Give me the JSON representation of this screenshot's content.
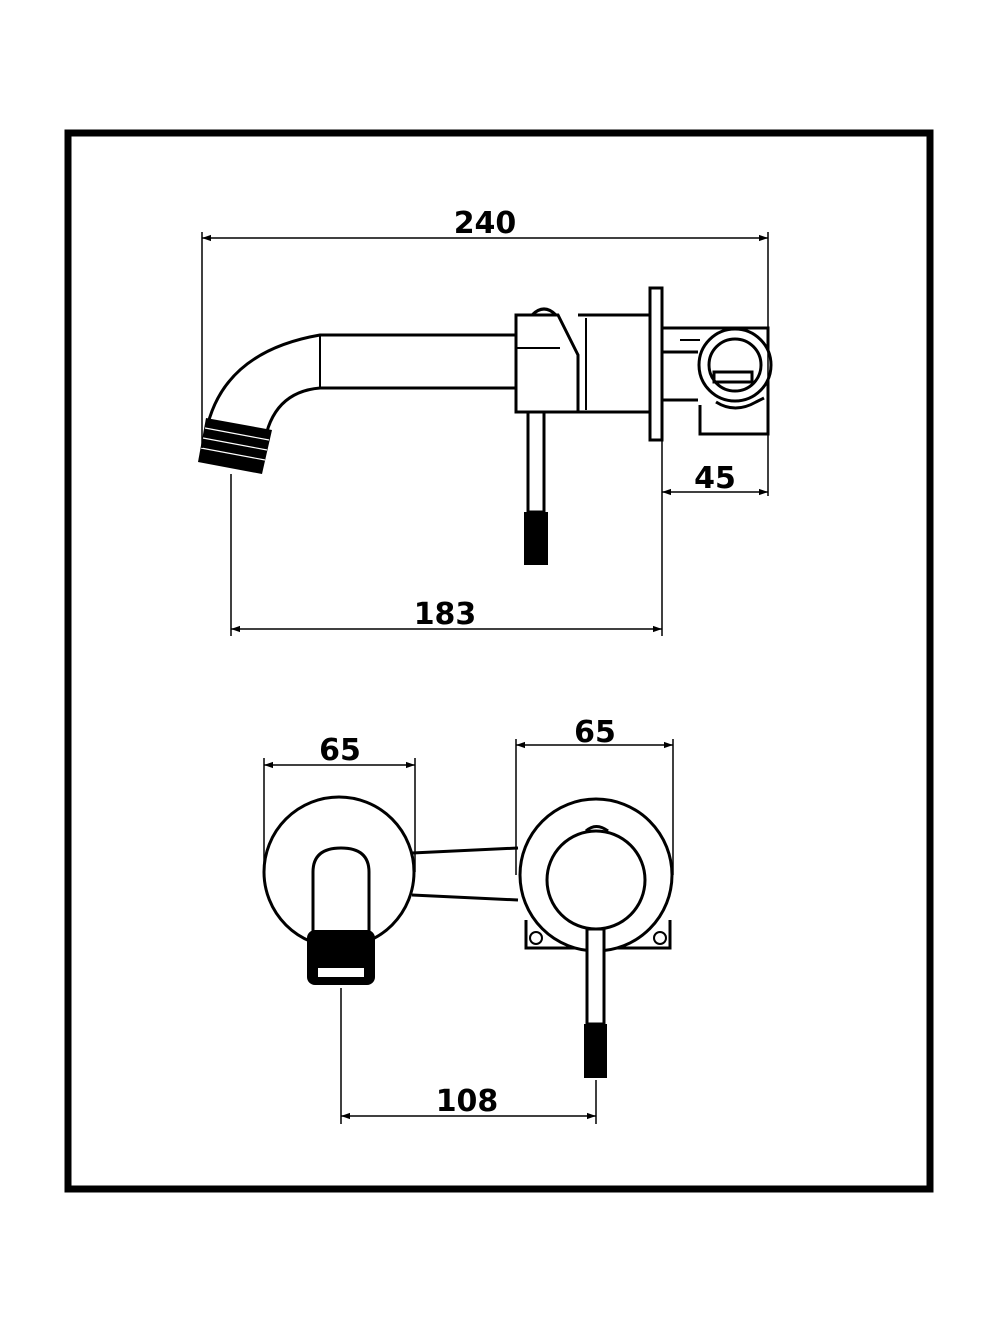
{
  "dimensions": {
    "overall_length": "240",
    "wall_depth": "45",
    "spout_projection": "183",
    "spout_plate_diameter": "65",
    "mixer_plate_diameter": "65",
    "centre_distance": "108"
  },
  "colors": {
    "line": "#000000",
    "background": "#ffffff"
  }
}
